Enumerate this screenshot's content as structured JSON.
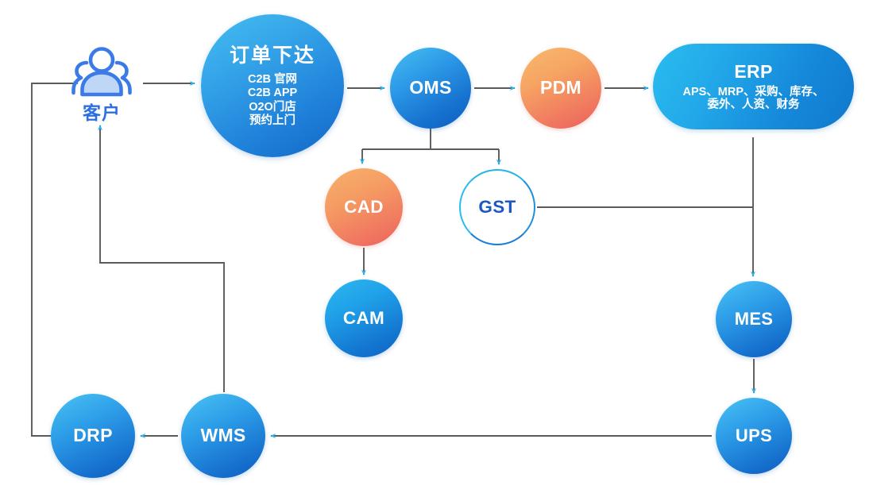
{
  "diagram": {
    "title": "",
    "background": "#FFFFFF",
    "colors": {
      "line": "#5A5A5A",
      "arrow_head": "#29B6F0",
      "customer_blue": "#2C6FE0",
      "customer_fill": "#BFD7F7",
      "blue_light": "#4BC3F3",
      "blue_dark": "#0F5CBE",
      "orange_light": "#F8B26B",
      "orange_dark": "#EC5F59",
      "cyan": "#29BDEE",
      "gst_border": "#25B4E8",
      "gst_text": "#1B58C4"
    }
  },
  "nodes": {
    "customer": {
      "icon": "people-group-icon",
      "label": "客户"
    },
    "order": {
      "title": "订单下达",
      "items": [
        "C2B 官网",
        "C2B APP",
        "O2O门店",
        "预约上门"
      ]
    },
    "oms": {
      "code": "OMS"
    },
    "pdm": {
      "code": "PDM"
    },
    "erp": {
      "code": "ERP",
      "line1": "APS、MRP、采购、库存、",
      "line2": "委外、人资、财务"
    },
    "cad": {
      "code": "CAD"
    },
    "gst": {
      "code": "GST"
    },
    "cam": {
      "code": "CAM"
    },
    "mes": {
      "code": "MES"
    },
    "ups": {
      "code": "UPS"
    },
    "wms": {
      "code": "WMS"
    },
    "drp": {
      "code": "DRP"
    }
  },
  "edges": [
    {
      "name": "drp-to-customer",
      "from": "DRP",
      "to": "客户",
      "style": "orthogonal",
      "arrow": true
    },
    {
      "name": "customer-to-order",
      "from": "客户",
      "to": "订单下达",
      "style": "straight",
      "arrow": true
    },
    {
      "name": "order-to-oms",
      "from": "订单下达",
      "to": "OMS",
      "style": "straight",
      "arrow": true
    },
    {
      "name": "oms-to-pdm",
      "from": "OMS",
      "to": "PDM",
      "style": "straight",
      "arrow": true
    },
    {
      "name": "pdm-to-erp",
      "from": "PDM",
      "to": "ERP",
      "style": "straight",
      "arrow": true
    },
    {
      "name": "oms-to-cad",
      "from": "OMS",
      "to": "CAD",
      "style": "orthogonal",
      "arrow": true
    },
    {
      "name": "oms-to-gst",
      "from": "OMS",
      "to": "GST",
      "style": "orthogonal",
      "arrow": true
    },
    {
      "name": "cad-to-cam",
      "from": "CAD",
      "to": "CAM",
      "style": "straight",
      "arrow": true
    },
    {
      "name": "gst-to-erp-bus",
      "from": "GST",
      "to": "ERP-MES bus",
      "style": "straight",
      "arrow": false
    },
    {
      "name": "erp-to-mes",
      "from": "ERP",
      "to": "MES",
      "style": "straight",
      "arrow": true
    },
    {
      "name": "mes-to-ups",
      "from": "MES",
      "to": "UPS",
      "style": "straight",
      "arrow": true
    },
    {
      "name": "ups-to-wms",
      "from": "UPS",
      "to": "WMS",
      "style": "straight",
      "arrow": true
    },
    {
      "name": "wms-to-drp",
      "from": "WMS",
      "to": "DRP",
      "style": "straight",
      "arrow": true
    },
    {
      "name": "wms-to-customer",
      "from": "WMS",
      "to": "客户",
      "style": "orthogonal",
      "arrow": true
    }
  ]
}
